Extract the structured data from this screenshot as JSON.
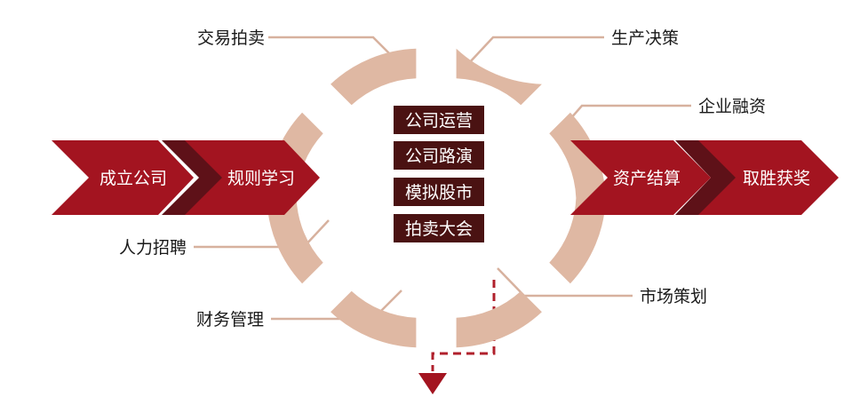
{
  "colors": {
    "ring": "#dfb8a3",
    "leader": "#d7b19e",
    "arrow_dark_red": "#a31420",
    "arrow_notch": "#5e1118",
    "center_box": "#4a1212",
    "dashed_red": "#b0202c"
  },
  "left_flow": [
    "成立公司",
    "规则学习"
  ],
  "right_flow": [
    "资产结算",
    "取胜获奖"
  ],
  "center_items": [
    "公司运营",
    "公司路演",
    "模拟股市",
    "拍卖大会"
  ],
  "ring_labels": {
    "top_left": "交易拍卖",
    "top_right": "生产决策",
    "right_upper": "企业融资",
    "left_lower": "人力招聘",
    "bottom_left": "财务管理",
    "bottom_right": "市场策划"
  }
}
